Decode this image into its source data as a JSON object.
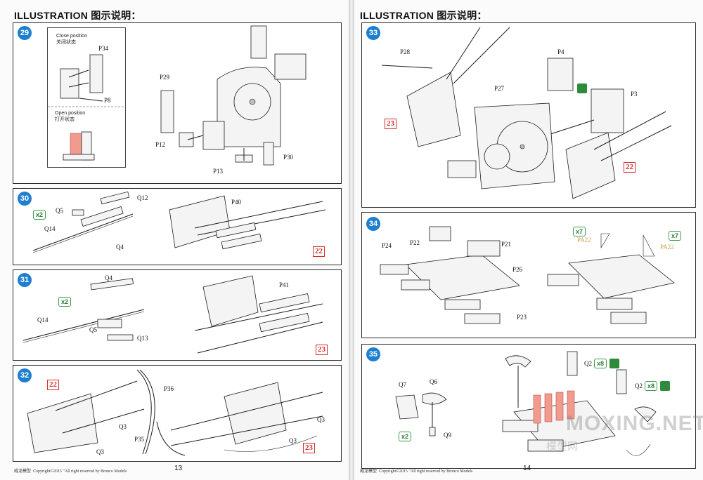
{
  "header": {
    "en": "ILLUSTRATION",
    "zh": "图示说明："
  },
  "steps": {
    "s29": {
      "num": "29",
      "inset_close_en": "Close position",
      "inset_close_zh": "关闭状态",
      "inset_open_en": "Open position",
      "inset_open_zh": "打开状态",
      "p34": "P34",
      "p8": "P8",
      "p29": "P29",
      "p12": "P12",
      "p13": "P13",
      "p30": "P30"
    },
    "s30": {
      "num": "30",
      "q12": "Q12",
      "q5": "Q5",
      "x2": "x2",
      "q14": "Q14",
      "q4": "Q4",
      "p40": "P40",
      "ref": "22"
    },
    "s31": {
      "num": "31",
      "q4": "Q4",
      "x2": "x2",
      "q14": "Q14",
      "q5": "Q5",
      "q13": "Q13",
      "p41": "P41",
      "ref": "23"
    },
    "s32": {
      "num": "32",
      "ref1": "22",
      "p36": "P36",
      "q3a": "Q3",
      "q3b": "Q3",
      "p35": "P35",
      "q3c": "Q3",
      "q3d": "Q3",
      "ref2": "23"
    },
    "s33": {
      "num": "33",
      "p28": "P28",
      "p4": "P4",
      "p27": "P27",
      "p3": "P3",
      "ref1": "23",
      "ref2": "22"
    },
    "s34": {
      "num": "34",
      "p24": "P24",
      "p22": "P22",
      "p21": "P21",
      "p26": "P26",
      "p23": "P23",
      "x7a": "x7",
      "x7b": "x7",
      "pa22a": "PA22",
      "pa22b": "PA22"
    },
    "s35": {
      "num": "35",
      "q7": "Q7",
      "q6": "Q6",
      "q9": "Q9",
      "x2": "x2",
      "q2a": "Q2",
      "x8a": "x8",
      "q2b": "Q2",
      "x8b": "x8"
    }
  },
  "footer": {
    "left_brand": "威龙模型",
    "left_copy": "Copyright©2015  \"All right reserved by Bronco Models",
    "left_page": "13",
    "right_copy": "Copyright©2015  \"All right reserved by Bronco Models",
    "right_page": "14"
  },
  "watermark": {
    "main": "MOXING.NET",
    "sub": "模型网"
  },
  "colors": {
    "step_badge": "#1e7fd1",
    "ref_red": "#d52d2d",
    "option_green": "#3c9a49",
    "decal_gold": "#c9a64a"
  },
  "icons": [
    "cement-icon",
    "cut-icon",
    "paint-icon"
  ]
}
